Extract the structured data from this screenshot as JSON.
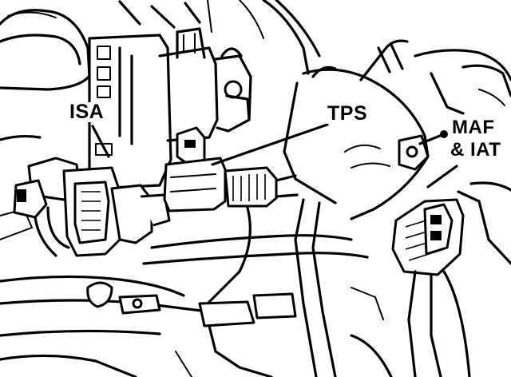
{
  "labels": {
    "isa": "ISA",
    "tps": "TPS",
    "maf_line1": "MAF",
    "maf_line2": "& IAT"
  }
}
